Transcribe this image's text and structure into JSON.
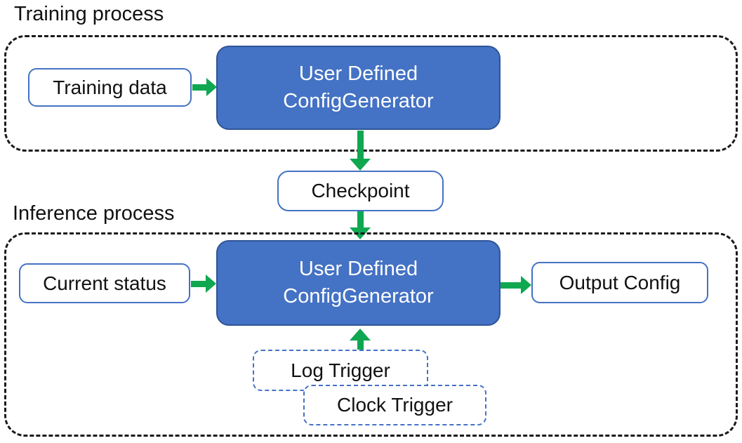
{
  "colors": {
    "accent_blue": "#4472C4",
    "blue_border": "#2F5597",
    "green": "#10A751",
    "text_dark": "#111111",
    "bg": "#ffffff"
  },
  "sections": {
    "training": {
      "label": "Training process"
    },
    "inference": {
      "label": "Inference process"
    }
  },
  "nodes": {
    "training_data": {
      "label": "Training data"
    },
    "generator_training": {
      "line1": "User Defined",
      "line2": "ConfigGenerator"
    },
    "checkpoint": {
      "label": "Checkpoint"
    },
    "current_status": {
      "label": "Current status"
    },
    "generator_inference": {
      "line1": "User Defined",
      "line2": "ConfigGenerator"
    },
    "output_config": {
      "label": "Output Config"
    },
    "log_trigger": {
      "label": "Log Trigger"
    },
    "clock_trigger": {
      "label": "Clock Trigger"
    }
  },
  "edges": [
    {
      "from": "training_data",
      "to": "generator_training"
    },
    {
      "from": "generator_training",
      "to": "checkpoint"
    },
    {
      "from": "checkpoint",
      "to": "generator_inference"
    },
    {
      "from": "current_status",
      "to": "generator_inference"
    },
    {
      "from": "generator_inference",
      "to": "output_config"
    },
    {
      "from": "log_trigger",
      "to": "generator_inference"
    }
  ]
}
